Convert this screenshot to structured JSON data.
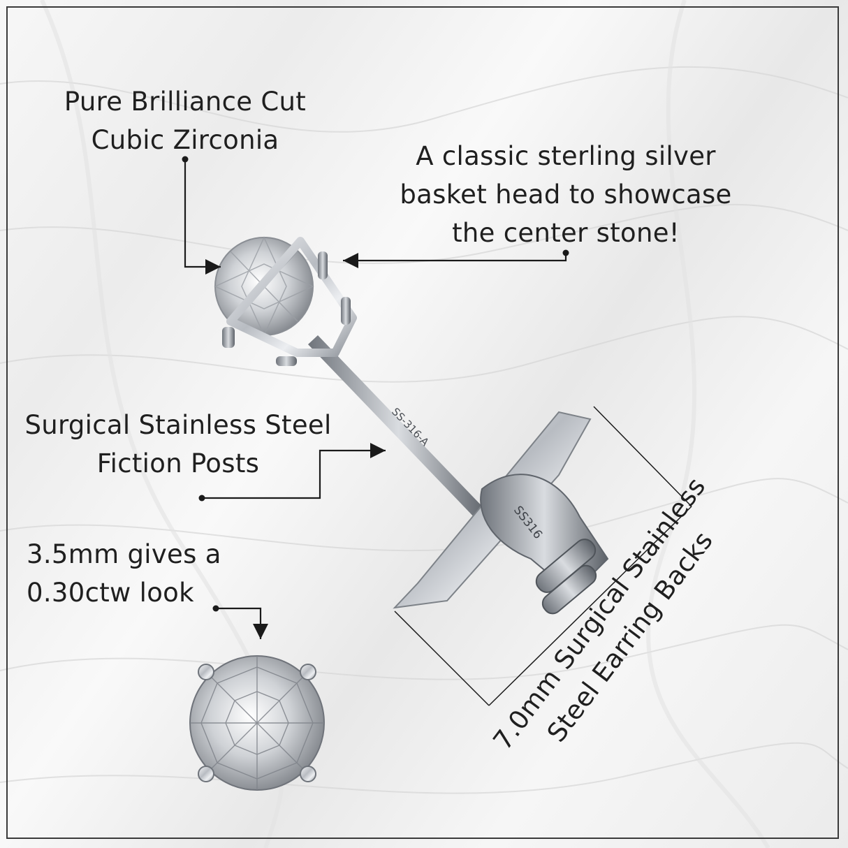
{
  "labels": {
    "cz": [
      "Pure Brilliance Cut",
      "Cubic Zirconia"
    ],
    "basket": [
      "A classic sterling silver",
      "basket head to showcase",
      "the center stone!"
    ],
    "posts": [
      "Surgical Stainless Steel",
      "Fiction Posts"
    ],
    "size": [
      "3.5mm gives a",
      "0.30ctw look"
    ],
    "backs": [
      "7.0mm Surgical Stainless",
      "Steel Earring Backs"
    ]
  },
  "engravings": {
    "post": "SS-316-A",
    "back": "SS316"
  },
  "colors": {
    "text": "#1f1f1f",
    "line": "#1a1a1a",
    "metal": "#c9ccd0",
    "background": "#f1f1f1"
  },
  "icons": [
    "diamond-icon"
  ]
}
